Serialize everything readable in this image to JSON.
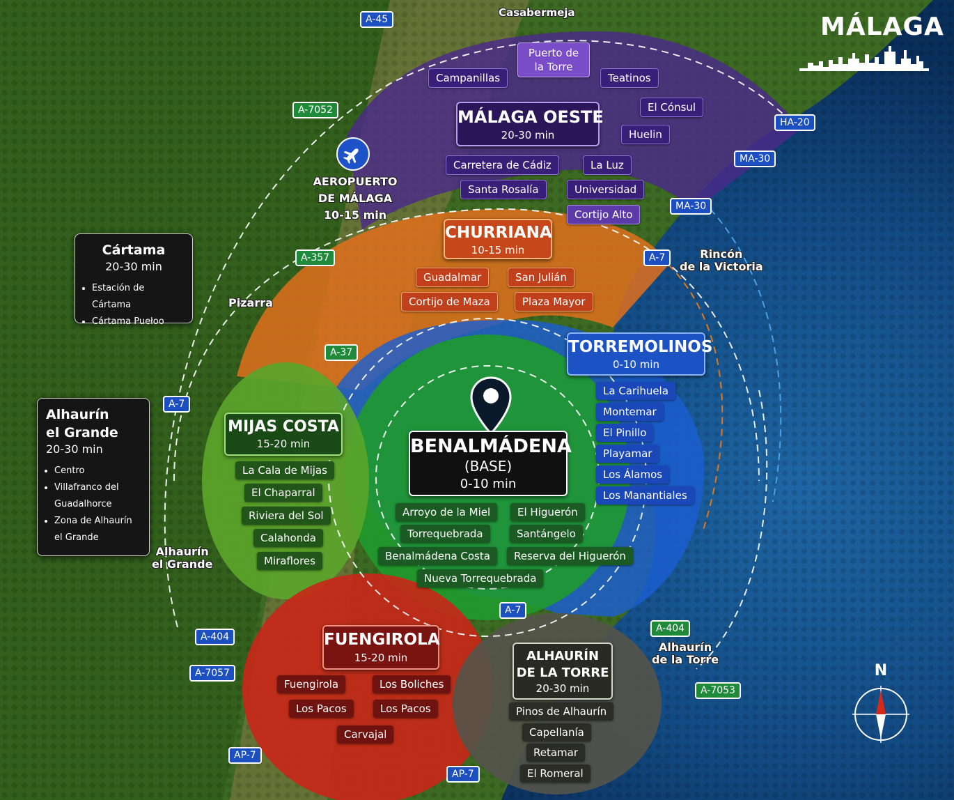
{
  "brand": {
    "city": "MÁLAGA"
  },
  "compass": {
    "north": "N"
  },
  "colors": {
    "oeste": "#4a2a86",
    "churriana": "#e06a1a",
    "torremolinos": "#1b5fd0",
    "benalmadena": "#1f9a2c",
    "mijas": "#5ca82a",
    "fuengirola": "#cc2a1a",
    "alhaurin_torre": "#5a5a50"
  },
  "zones": {
    "malaga_oeste": {
      "title": "MÁLAGA OESTE",
      "time": "20-30 min",
      "areas": [
        "Campanillas",
        "Puerto de la Torre",
        "Teatinos",
        "El Cónsul",
        "Huelin",
        "Carretera de Cádiz",
        "La Luz",
        "Santa Rosalía",
        "Universidad",
        "Cortijo Alto"
      ]
    },
    "airport": {
      "line1": "AEROPUERTO",
      "line2": "DE MÁLAGA",
      "time": "10-15 min"
    },
    "churriana": {
      "title": "CHURRIANA",
      "time": "10-15 min",
      "areas": [
        "Guadalmar",
        "San Julián",
        "Cortijo de Maza",
        "Plaza Mayor"
      ]
    },
    "torremolinos": {
      "title": "TORREMOLINOS",
      "time": "0-10 min",
      "areas": [
        "La Carihuela",
        "Montemar",
        "El Pinillo",
        "Playamar",
        "Los Álamos",
        "Los Manantiales"
      ]
    },
    "benalmadena": {
      "title": "BENALMÁDENA",
      "subtitle": "(BASE)",
      "time": "0-10 min",
      "areas": [
        "Arroyo de la Miel",
        "El Higuerón",
        "Torrequebrada",
        "Santángelo",
        "Benalmádena Costa",
        "Reserva del Higuerón",
        "Nueva Torrequebrada"
      ]
    },
    "mijas_costa": {
      "title": "MIJAS COSTA",
      "time": "15-20 min",
      "areas": [
        "La Cala de Mijas",
        "El Chaparral",
        "Riviera del Sol",
        "Calahonda",
        "Miraflores"
      ]
    },
    "fuengirola": {
      "title": "FUENGIROLA",
      "time": "15-20 min",
      "areas": [
        "Fuengirola",
        "Los Boliches",
        "Los Pacos",
        "Los Pacos",
        "Carvajal"
      ]
    },
    "alhaurin_torre": {
      "title_line1": "ALHAURÍN",
      "title_line2": "DE LA TORRE",
      "time": "20-30 min",
      "areas": [
        "Pinos de Alhaurín",
        "Capellanía",
        "Retamar",
        "El Romeral"
      ]
    }
  },
  "side_panels": {
    "cartama": {
      "title": "Cártama",
      "time": "20-30 min",
      "items": [
        "Estación de Cártama",
        "Cártama Puełoo"
      ]
    },
    "alhaurin_grande": {
      "title_line1": "Alhaurín",
      "title_line2": "el Grande",
      "time": "20-30 min",
      "items": [
        "Centro",
        "Villafranco del Guadalhorce",
        "Zona de Alhaurín el Grande"
      ]
    }
  },
  "places": {
    "casabermeja": "Casabermeja",
    "pizarra": "Pizarra",
    "rincon_1": "Rincón",
    "rincon_2": "de la Victoria",
    "alhaurin_grande_1": "Alhaurín",
    "alhaurin_grande_2": "el Grande",
    "alhaurin_torre_1": "Alhaurín",
    "alhaurin_torre_2": "de la Torre"
  },
  "roads": {
    "a45": "A-45",
    "a7052": "A-7052",
    "ha20": "HA-20",
    "ma30a": "MA-30",
    "ma30b": "MA-30",
    "a357": "A-357",
    "a7a": "A-7",
    "a37": "A-37",
    "a7b": "A-7",
    "a7c": "A-7",
    "a404a": "A-404",
    "a7057": "A-7057",
    "a404b": "A-404",
    "a7053": "A-7053",
    "ap7a": "AP-7",
    "ap7b": "AP-7"
  }
}
